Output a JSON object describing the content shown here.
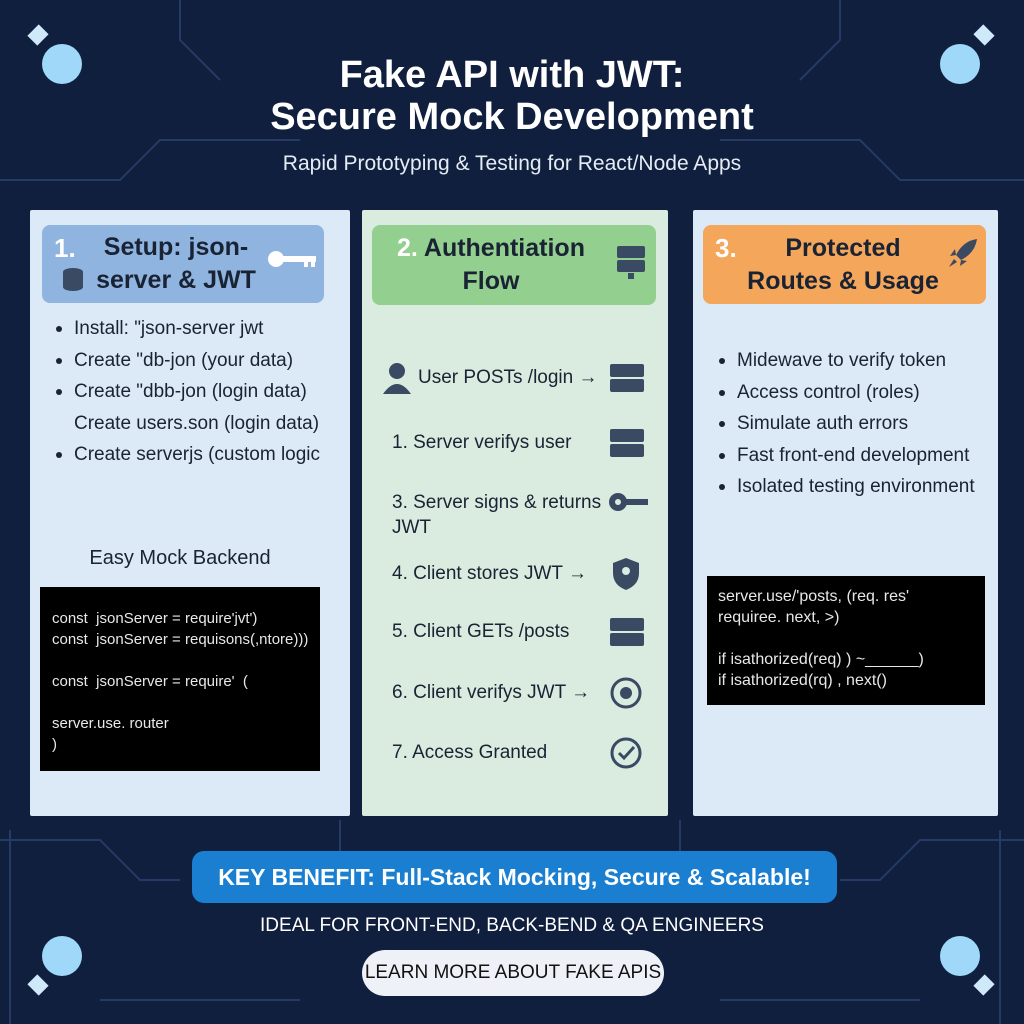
{
  "header": {
    "title_line1": "Fake API with JWT:",
    "title_line2": "Secure Mock Development",
    "subtitle": "Rapid Prototyping & Testing for React/Node Apps"
  },
  "panels": [
    {
      "number": "1.",
      "title_line1": "Setup: json-",
      "title_line2": "server & JWT",
      "color": "#8fb4e0",
      "items": [
        "Install: \"json-server jwt",
        "Create \"db-jon (your data)",
        "Create \"dbb-jon (login data)",
        "Create users.son (login data)",
        "Create serverjs (custom logic"
      ],
      "caption": "Easy Mock Backend",
      "code": [
        "const  jsonServer = require'jvt')",
        "const  jsonServer = requisons(,ntore)))",
        "",
        "const  jsonServer = require'  (",
        "",
        "server.use. router",
        ")"
      ]
    },
    {
      "number": "2.",
      "title_line1": "Authentiation",
      "title_line2": "Flow",
      "color": "#93cf8e",
      "steps": [
        "User POSTs /login →",
        "1. Server verifys user",
        "3. Server signs & returns JWT",
        "4. Client stores JWT →",
        "5. Client GETs /posts",
        "6. Client verifys JWT →",
        "7. Access Granted"
      ]
    },
    {
      "number": "3.",
      "title_line1": "Protected",
      "title_line2": "Routes & Usage",
      "color": "#f4a65a",
      "items": [
        "Midewave to verify token",
        "Access control (roles)",
        "Simulate auth errors",
        "Fast front-end development",
        "Isolated testing environment"
      ],
      "code": [
        "server.use/'posts, (req. res'",
        "requiree. next, >)",
        "",
        "if isathorized(req) ) ~______)",
        "if isathorized(rq) , next()"
      ]
    }
  ],
  "footer": {
    "benefit": "KEY BENEFIT: Full-Stack Mocking, Secure & Scalable!",
    "audience": "IDEAL FOR FRONT-END, BACK-BEND & QA ENGINEERS",
    "cta": "LEARN MORE ABOUT FAKE APIS"
  }
}
